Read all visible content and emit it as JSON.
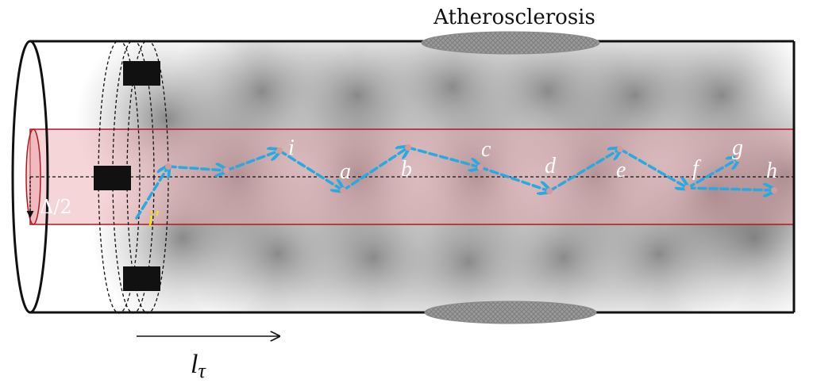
{
  "diagram": {
    "title_label": "Atherosclerosis",
    "delta_label": "Δ/2",
    "arrow_label_base": "l",
    "arrow_label_sub": "τ",
    "start_label": "i′",
    "points": [
      {
        "key": "i",
        "label": "i"
      },
      {
        "key": "a",
        "label": "a"
      },
      {
        "key": "b",
        "label": "b"
      },
      {
        "key": "c",
        "label": "c"
      },
      {
        "key": "d",
        "label": "d"
      },
      {
        "key": "e",
        "label": "e"
      },
      {
        "key": "f",
        "label": "f"
      },
      {
        "key": "g",
        "label": "g"
      },
      {
        "key": "h",
        "label": "h"
      }
    ],
    "colors": {
      "vessel_outline": "#111111",
      "lumen_fill": "#e9a1a8",
      "lumen_border": "#b0181f",
      "path_arrow": "#27a9e1",
      "start_label": "#f2e600",
      "point_marker": "#d79a9a",
      "plaque": "#9a9a9a"
    }
  }
}
